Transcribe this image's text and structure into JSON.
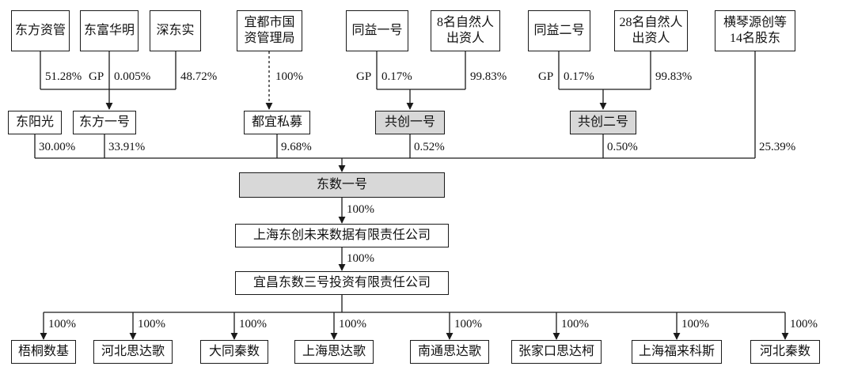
{
  "diagram_type": "equity-ownership-structure",
  "colors": {
    "node_border": "#1a1a1a",
    "node_fill": "#ffffff",
    "highlight_fill": "#d8d8d8",
    "line": "#1a1a1a"
  },
  "nodes": {
    "top": [
      "东方资管",
      "东富华明",
      "深东实",
      "宜都市国\n资管理局",
      "同益一号",
      "8名自然人\n出资人",
      "同益二号",
      "28名自然人\n出资人",
      "横琴源创等\n14名股东"
    ],
    "mid": [
      "东阳光",
      "东方一号",
      "都宜私募",
      "共创一号",
      "共创二号"
    ],
    "core": "东数一号",
    "chain": [
      "上海东创未来数据有限责任公司",
      "宜昌东数三号投资有限责任公司"
    ],
    "bottom": [
      "梧桐数基",
      "河北思达歌",
      "大同秦数",
      "上海思达歌",
      "南通思达歌",
      "张家口思达柯",
      "上海福来科斯",
      "河北秦数"
    ]
  },
  "edges": {
    "gp_labels": [
      "GP",
      "GP",
      "GP"
    ],
    "p51_28": "51.28%",
    "p0_005": "0.005%",
    "p48_72": "48.72%",
    "p100_top": "100%",
    "p0_17_a": "0.17%",
    "p99_83_a": "99.83%",
    "p0_17_b": "0.17%",
    "p99_83_b": "99.83%",
    "p30_00": "30.00%",
    "p33_91": "33.91%",
    "p9_68": "9.68%",
    "p0_52": "0.52%",
    "p0_50": "0.50%",
    "p25_39": "25.39%",
    "p100_core": "100%",
    "p100_chain": "100%",
    "p100_bottom": [
      "100%",
      "100%",
      "100%",
      "100%",
      "100%",
      "100%",
      "100%",
      "100%"
    ]
  }
}
